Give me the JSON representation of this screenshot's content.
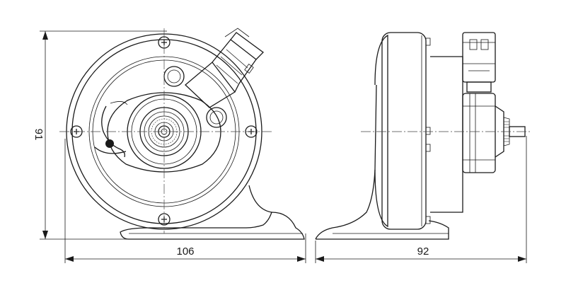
{
  "dimensions": {
    "height": "91",
    "width_front": "106",
    "width_side": "92"
  }
}
